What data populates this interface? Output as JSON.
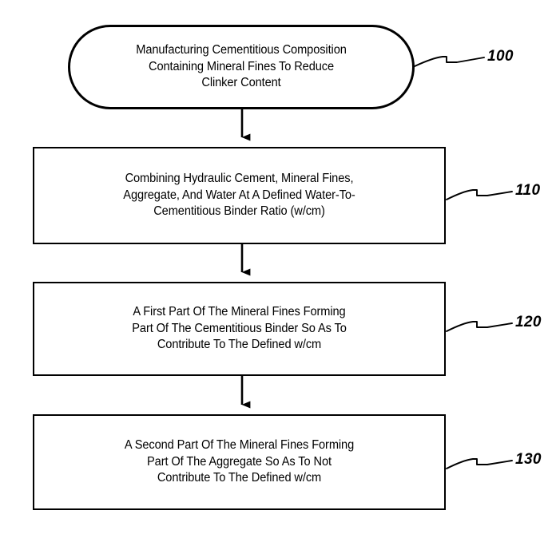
{
  "figure": {
    "title": "Cementitious composition manufacturing process flowchart",
    "background_color": "#ffffff",
    "line_color": "#000000"
  },
  "nodes": [
    {
      "id": "node-100",
      "shape": "rounded-terminal",
      "ref": "100",
      "text": "Manufacturing Cementitious Composition\nContaining Mineral Fines To Reduce\nClinker Content"
    },
    {
      "id": "node-110",
      "shape": "rectangle",
      "ref": "110",
      "text": "Combining Hydraulic Cement, Mineral Fines,\nAggregate, And Water At A Defined Water-To-\nCementitious Binder Ratio (w/cm)"
    },
    {
      "id": "node-120",
      "shape": "rectangle",
      "ref": "120",
      "text": "A First Part Of The Mineral Fines Forming\nPart Of The Cementitious Binder So As To\nContribute To The Defined w/cm"
    },
    {
      "id": "node-130",
      "shape": "rectangle",
      "ref": "130",
      "text": "A Second Part Of The Mineral Fines Forming\nPart Of The Aggregate So As To Not\nContribute To The Defined w/cm"
    }
  ],
  "connectors": [
    {
      "id": "arrow-100-110",
      "from": "node-100",
      "to": "node-110",
      "style": "solid-arrow-down"
    },
    {
      "id": "arrow-110-120",
      "from": "node-110",
      "to": "node-120",
      "style": "solid-arrow-down"
    },
    {
      "id": "arrow-120-130",
      "from": "node-120",
      "to": "node-130",
      "style": "solid-arrow-down"
    }
  ],
  "leaders": [
    {
      "id": "leader-100",
      "target": "node-100",
      "label": "100"
    },
    {
      "id": "leader-110",
      "target": "node-110",
      "label": "110"
    },
    {
      "id": "leader-120",
      "target": "node-120",
      "label": "120"
    },
    {
      "id": "leader-130",
      "target": "node-130",
      "label": "130"
    }
  ]
}
